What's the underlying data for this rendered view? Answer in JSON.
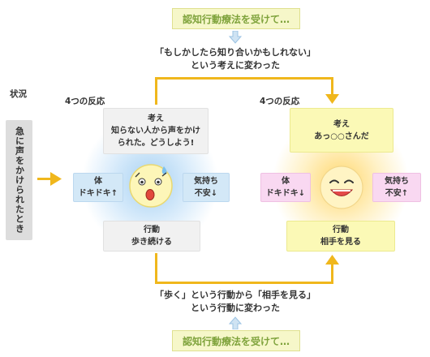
{
  "cbt_label": "認知行動療法を受けて…",
  "top_caption": {
    "line1": "「もしかしたら知り合いかもしれない」",
    "line2": "という考えに変わった"
  },
  "bottom_caption": {
    "line1": "「歩く」という行動から「相手を見る」",
    "line2": "という行動に変わった"
  },
  "situation": {
    "label": "状況",
    "text": "急に声をかけられたとき"
  },
  "before": {
    "title": "4つの反応",
    "thought_title": "考え",
    "thought_text": "知らない人から声をかけられた。どうしよう!",
    "body_title": "体",
    "body_text": "ドキドキ↑",
    "feeling_title": "気持ち",
    "feeling_text": "不安↓",
    "action_title": "行動",
    "action_text": "歩き続ける"
  },
  "after": {
    "title": "4つの反応",
    "thought_title": "考え",
    "thought_text": "あっ○○さんだ",
    "body_title": "体",
    "body_text": "ドキドキ↓",
    "feeling_title": "気持ち",
    "feeling_text": "不安↑",
    "action_title": "行動",
    "action_text": "相手を見る"
  },
  "icons": {
    "worried_face": "worried-face-icon",
    "smiling_face": "smiling-face-icon",
    "arrow": "arrow-icon"
  },
  "colors": {
    "arrow": "#f0b71c",
    "cbt_bg": "#f6f7c9",
    "cbt_text": "#7fa33c",
    "flow_arrow": "#cfe3f3"
  }
}
